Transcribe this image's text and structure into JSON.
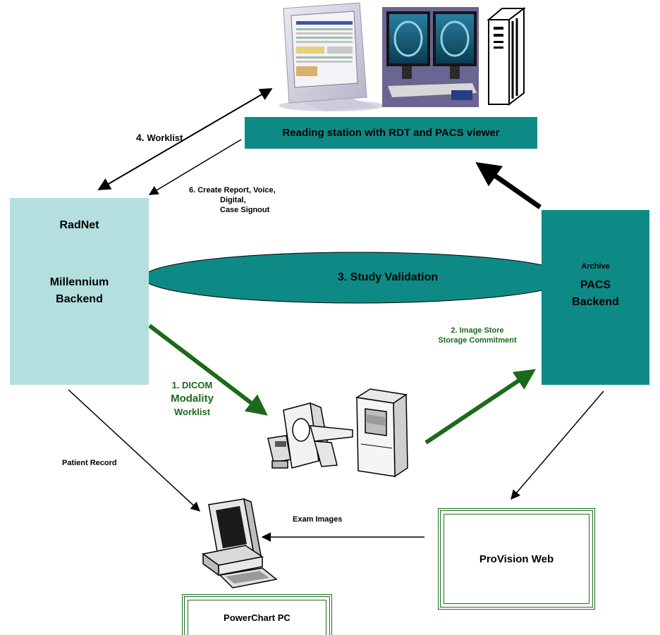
{
  "reading_station": {
    "label": "Reading station with RDT and PACS viewer"
  },
  "radnet": {
    "title": "RadNet",
    "line1": "Millennium",
    "line2": "Backend"
  },
  "pacs": {
    "archive": "Archive",
    "line1": "PACS",
    "line2": "Backend"
  },
  "study_validation": "3. Study Validation",
  "worklist": {
    "number": "4.",
    "text": "Worklist"
  },
  "create_report": {
    "line1": "6. Create Report, Voice,",
    "line2": "Digital,",
    "line3": "Case Signout"
  },
  "image_store": {
    "line1": "2. Image Store",
    "line2": "Storage Commitment"
  },
  "dicom": {
    "line1": "1. DICOM",
    "line2": "Modality",
    "line3": "Worklist"
  },
  "patient_record": "Patient Record",
  "exam_images": "Exam Images",
  "provision_web": "ProVision Web",
  "powerchart_pc": "PowerChart PC",
  "colors": {
    "teal": "#0e8a86",
    "light_teal": "#b3dfdf",
    "green_arrow": "#1b6a1b",
    "black": "#000000"
  }
}
